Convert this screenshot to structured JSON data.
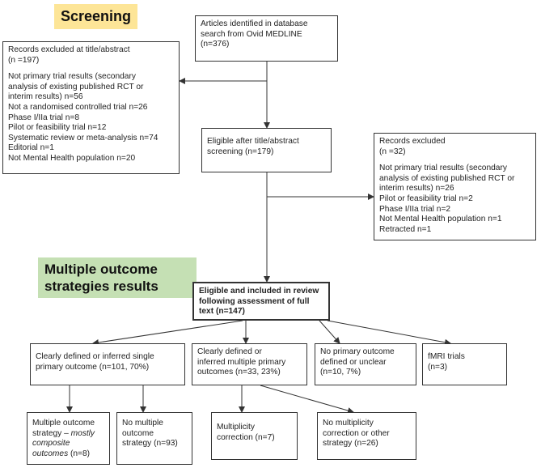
{
  "labels": {
    "screening": "Screening",
    "multiple_outcome": [
      "Multiple outcome",
      "strategies results"
    ]
  },
  "boxes": {
    "identified": [
      "Articles identified in database",
      "search from Ovid MEDLINE",
      "(n=376)"
    ],
    "excluded_title": {
      "head": [
        "Records excluded at title/abstract",
        "(n =197)"
      ],
      "items": [
        "Not primary trial results (secondary",
        "analysis of existing published RCT or",
        "interim results) n=56",
        "Not a randomised controlled trial n=26",
        "Phase I/IIa trial n=8",
        "Pilot or feasibility trial n=12",
        "Systematic review or meta-analysis n=74",
        "Editorial n=1",
        "Not Mental Health population n=20"
      ]
    },
    "eligible_title": [
      "Eligible after title/abstract",
      "screening (n=179)"
    ],
    "excluded_records": {
      "head": [
        "Records excluded",
        "(n =32)"
      ],
      "items": [
        "Not primary trial results (secondary",
        "analysis of existing published RCT or",
        "interim results) n=26",
        "Pilot or feasibility trial n=2",
        "Phase I/IIa trial n=2",
        "Not Mental Health population n=1",
        "Retracted n=1"
      ]
    },
    "included": [
      "Eligible and included in review",
      "following assessment of full",
      "text (n=147)"
    ],
    "single_primary": [
      "Clearly defined or inferred single",
      "primary outcome (n=101, 70%)"
    ],
    "multiple_primary": [
      "Clearly defined or",
      "inferred multiple primary",
      "outcomes (n=33, 23%)"
    ],
    "no_primary": [
      "No primary outcome",
      "defined or unclear",
      "(n=10, 7%)"
    ],
    "fmri": [
      "fMRI trials",
      "(n=3)"
    ],
    "multiple_strategy": {
      "line1": "Multiple outcome",
      "line2_normal": "strategy – ",
      "line2_italic": "mostly",
      "line3_italic": "composite",
      "line4_italic": "outcomes",
      "line4_normal": " (n=8)"
    },
    "no_multiple_strategy": [
      "No multiple",
      "outcome",
      "strategy (n=93)"
    ],
    "multiplicity_correction": [
      "Multiplicity",
      "correction (n=7)"
    ],
    "no_multiplicity": [
      "No multiplicity",
      "correction or  other",
      "strategy (n=26)"
    ]
  }
}
